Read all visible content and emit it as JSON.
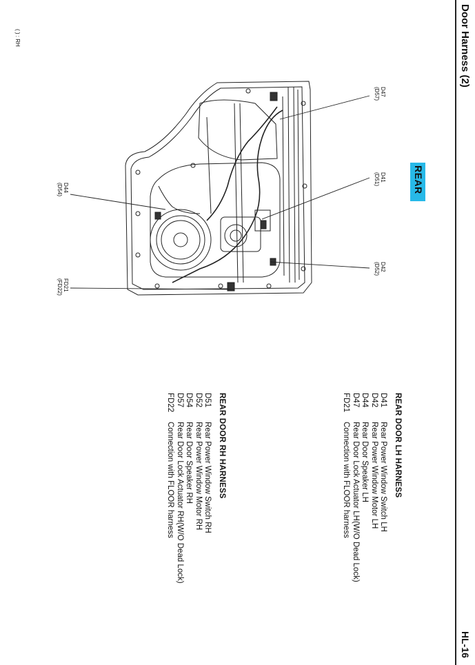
{
  "header": {
    "title": "Door Harness (2)",
    "page_number": "HL-16",
    "rh_note": "( ) : RH"
  },
  "badge": {
    "label": "REAR"
  },
  "callouts": [
    {
      "code": "D47",
      "rh_code": "(D57)"
    },
    {
      "code": "D41",
      "rh_code": "(D51)"
    },
    {
      "code": "D42",
      "rh_code": "(D52)"
    },
    {
      "code": "D44",
      "rh_code": "(D54)"
    },
    {
      "code": "FD21",
      "rh_code": "(FD22)"
    }
  ],
  "legend_lh": {
    "title": "REAR DOOR LH HARNESS",
    "items": [
      {
        "code": "D41",
        "desc": "Rear Power Window Switch LH"
      },
      {
        "code": "D42",
        "desc": "Rear Power Window Motor LH"
      },
      {
        "code": "D44",
        "desc": "Rear Door Speaker LH"
      },
      {
        "code": "D47",
        "desc": "Rear Door Lock Actuator LH(W/O Dead Lock)"
      },
      {
        "code": "FD21",
        "desc": "Connection with FLOOR harness"
      }
    ]
  },
  "legend_rh": {
    "title": "REAR DOOR RH HARNESS",
    "items": [
      {
        "code": "D51",
        "desc": "Rear Power Window Switch RH"
      },
      {
        "code": "D52",
        "desc": "Rear Power Window Motor RH"
      },
      {
        "code": "D54",
        "desc": "Rear Door Speaker RH"
      },
      {
        "code": "D57",
        "desc": "Rear Door Lock Actuator RH(W/O Dead Lock)"
      },
      {
        "code": "FD22",
        "desc": "Connection with FLOOR harness"
      }
    ]
  }
}
